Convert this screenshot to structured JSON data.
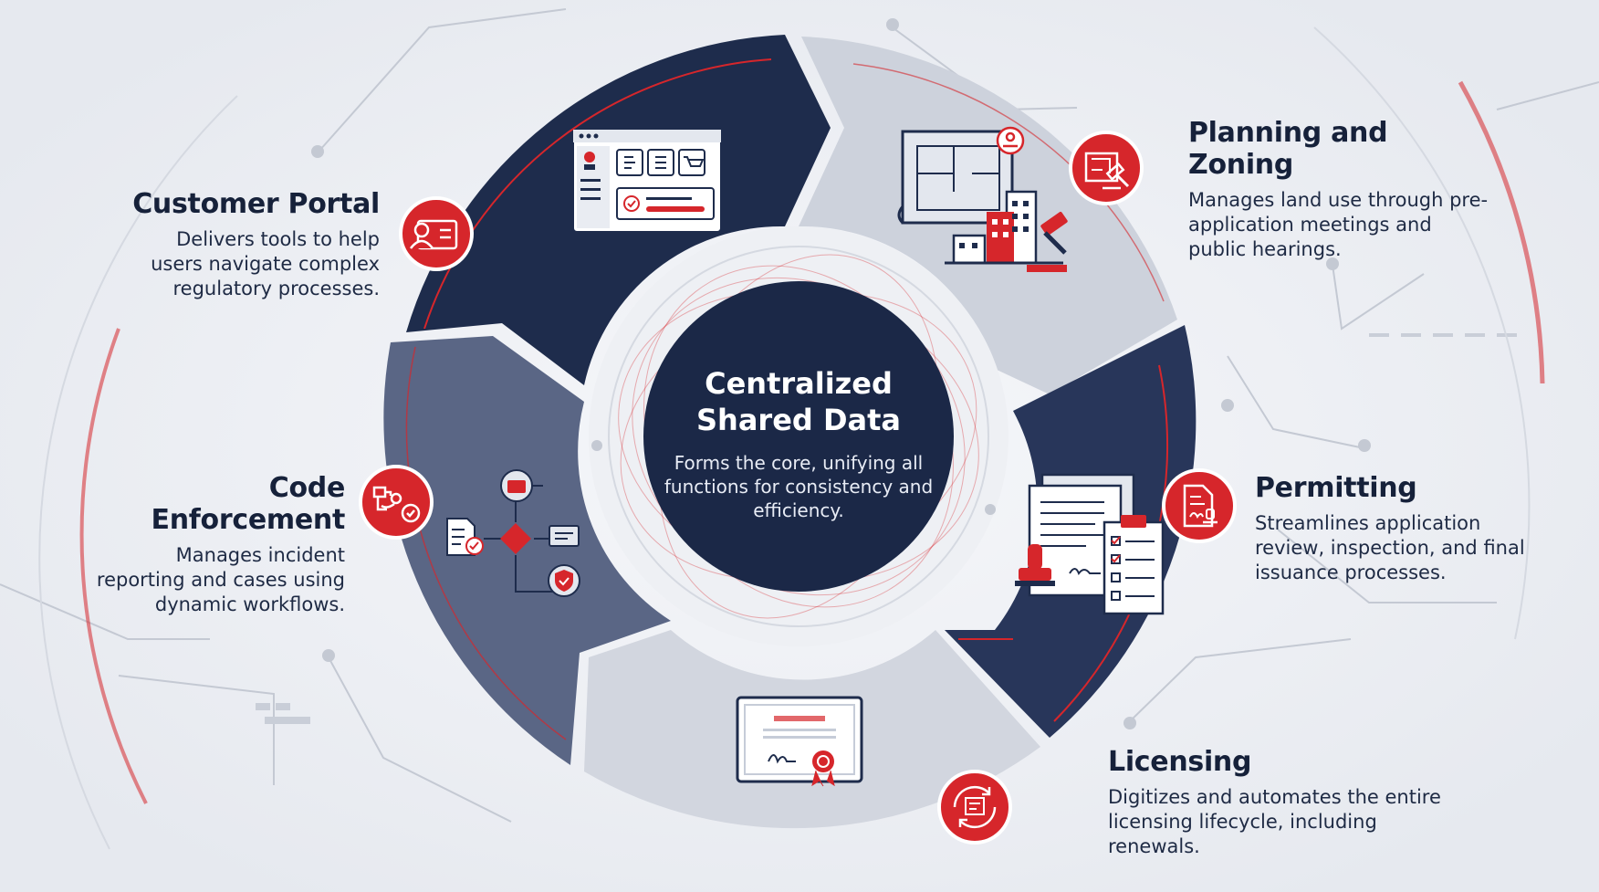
{
  "center": {
    "title_line1": "Centralized",
    "title_line2": "Shared Data",
    "description": "Forms the core, unifying all functions for consistency and efficiency."
  },
  "modules": [
    {
      "id": "customer-portal",
      "title": "Customer Portal",
      "description": "Delivers tools to help users navigate complex regulatory processes.",
      "icon": "user-id-card-icon"
    },
    {
      "id": "planning-and-zoning",
      "title": "Planning and Zoning",
      "description": "Manages land use through pre-application meetings and public hearings.",
      "icon": "blueprint-gavel-icon"
    },
    {
      "id": "permitting",
      "title": "Permitting",
      "description": "Streamlines application review, inspection, and final issuance processes.",
      "icon": "document-stamp-icon"
    },
    {
      "id": "licensing",
      "title": "Licensing",
      "description": "Digitizes and automates the entire licensing lifecycle, including renewals.",
      "icon": "renewal-certificate-icon"
    },
    {
      "id": "code-enforcement",
      "title": "Code Enforcement",
      "description": "Manages incident reporting and cases using dynamic workflows.",
      "icon": "workflow-shield-icon"
    }
  ],
  "colors": {
    "background": "#eef0f4",
    "navy": "#1e2c4c",
    "slate": "#5a6685",
    "light_gray": "#cdd2dc",
    "accent_red": "#d6262b",
    "text_dark": "#16213a"
  }
}
